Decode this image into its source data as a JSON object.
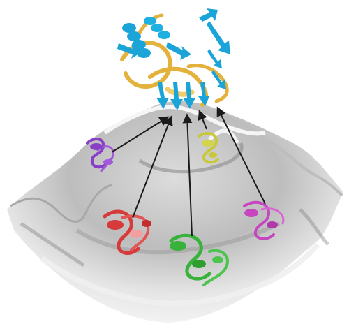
{
  "figure": {
    "kind": "protein-folding-energy-landscape",
    "background": "#ffffff",
    "landscape": {
      "color_light": "#f2f2f2",
      "color_mid": "#cfcfcf",
      "color_dark": "#8e8e8e"
    },
    "native_structure": {
      "helix_color": "#1aa4d8",
      "strand_color": "#1aa4d8",
      "loop_color": "#e3b23c"
    },
    "intermediates": [
      {
        "id": "purple",
        "color": "#8a3fc7"
      },
      {
        "id": "yellow",
        "color": "#c8c83a"
      },
      {
        "id": "red",
        "color": "#d63a3a"
      },
      {
        "id": "green",
        "color": "#38b23a"
      },
      {
        "id": "magenta",
        "color": "#c646c0"
      }
    ],
    "arrow_color": "#1b1b1b"
  }
}
